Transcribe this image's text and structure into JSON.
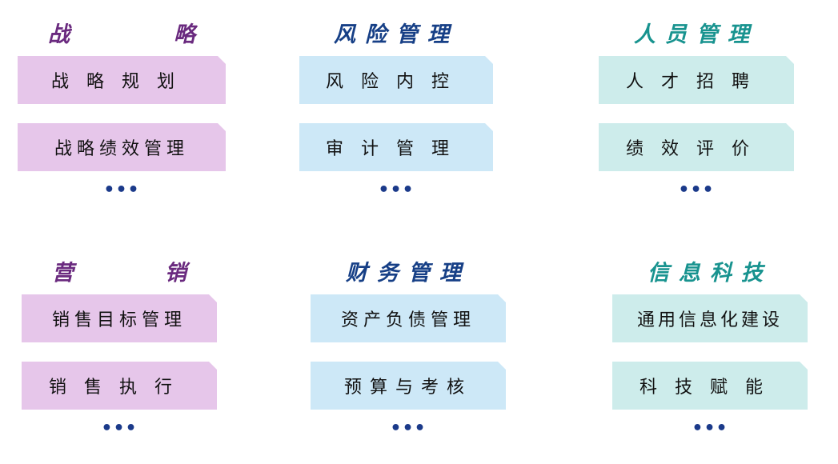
{
  "groups": [
    {
      "title": "战略",
      "title_chars": [
        "战",
        "略"
      ],
      "items": [
        "战略规划",
        "战略绩效管理"
      ],
      "more": "•••"
    },
    {
      "title": "风险管理",
      "items": [
        "风险内控",
        "审计管理"
      ],
      "more": "•••"
    },
    {
      "title": "人员管理",
      "items": [
        "人才招聘",
        "绩效评价"
      ],
      "more": "•••"
    },
    {
      "title": "营销",
      "title_chars": [
        "营",
        "销"
      ],
      "items": [
        "销售目标管理",
        "销售执行"
      ],
      "more": "•••"
    },
    {
      "title": "财务管理",
      "items": [
        "资产负债管理",
        "预算与考核"
      ],
      "more": "•••"
    },
    {
      "title": "信息科技",
      "items": [
        "通用信息化建设",
        "科技赋能"
      ],
      "more": "•••"
    }
  ],
  "colors": {
    "pink_card": "#e6c6ea",
    "blue_card": "#cde8f7",
    "teal_card": "#cdeceb",
    "purple_title": "#6a2a7f",
    "navy_title": "#163f86",
    "teal_title": "#18938f",
    "dots": "#1b3a8a"
  }
}
